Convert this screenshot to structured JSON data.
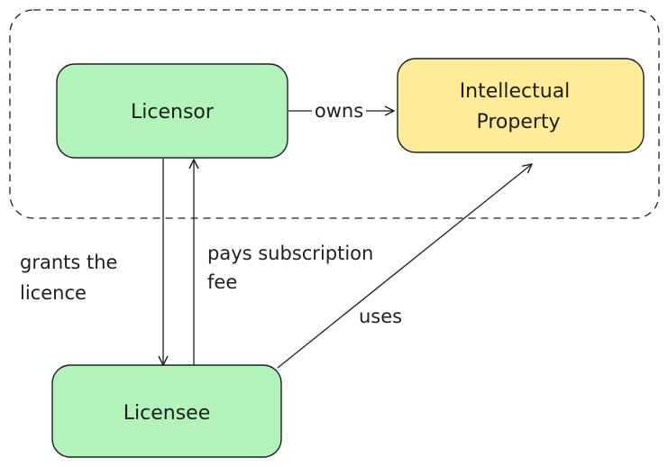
{
  "diagram": {
    "colors": {
      "licensor_fill": "#b2f2bb",
      "licensee_fill": "#b2f2bb",
      "ip_fill": "#ffec99",
      "stroke": "#1e1e1e"
    },
    "nodes": {
      "licensor": {
        "label": "Licensor"
      },
      "ip": {
        "label_line1": "Intellectual",
        "label_line2": "Property"
      },
      "licensee": {
        "label": "Licensee"
      }
    },
    "edges": {
      "owns": {
        "label": "owns"
      },
      "grants": {
        "label_line1": "grants the",
        "label_line2": "licence"
      },
      "pays": {
        "label_line1": "pays subscription",
        "label_line2": "fee"
      },
      "uses": {
        "label": "uses"
      }
    }
  }
}
